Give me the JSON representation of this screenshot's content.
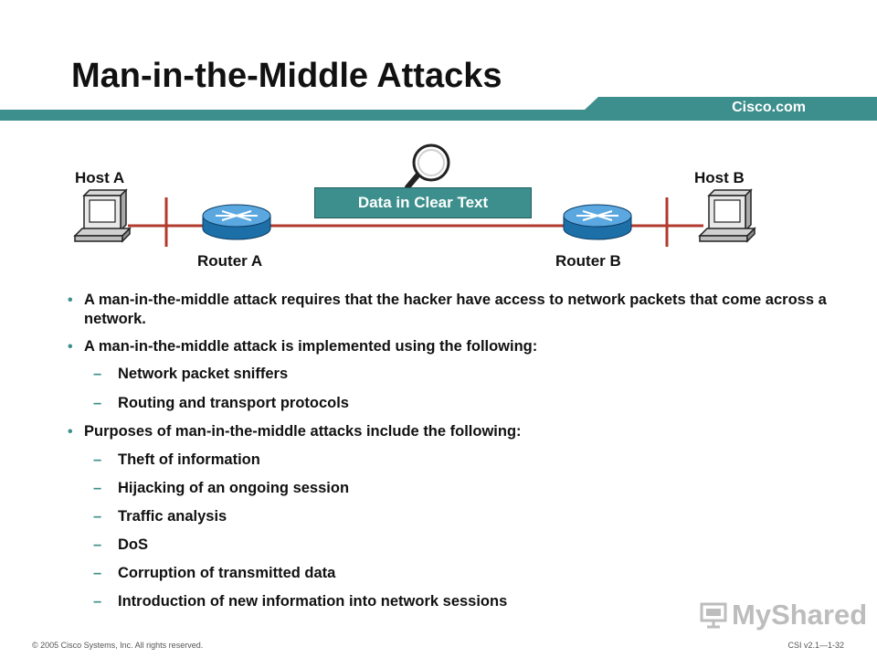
{
  "slide": {
    "title": "Man-in-the-Middle Attacks",
    "brand": "Cisco.com"
  },
  "diagram": {
    "host_a": "Host A",
    "host_b": "Host B",
    "router_a": "Router A",
    "router_b": "Router B",
    "clear_text": "Data in Clear Text"
  },
  "bullets": [
    {
      "level": 1,
      "text": "A man-in-the-middle attack requires that the hacker have access to network packets that come across a network."
    },
    {
      "level": 1,
      "text": "A man-in-the-middle attack is implemented using the following:"
    },
    {
      "level": 2,
      "text": "Network packet sniffers"
    },
    {
      "level": 2,
      "text": "Routing and transport protocols"
    },
    {
      "level": 1,
      "text": "Purposes of man-in-the-middle attacks include the following:"
    },
    {
      "level": 2,
      "text": "Theft of information"
    },
    {
      "level": 2,
      "text": "Hijacking of an ongoing session"
    },
    {
      "level": 2,
      "text": "Traffic analysis"
    },
    {
      "level": 2,
      "text": "DoS"
    },
    {
      "level": 2,
      "text": "Corruption of transmitted data"
    },
    {
      "level": 2,
      "text": "Introduction of new information into network sessions"
    }
  ],
  "footer": {
    "copyright": "© 2005 Cisco Systems, Inc. All rights reserved.",
    "course": "CSI v2.1—1-32"
  },
  "watermark": {
    "text": "MyShared"
  },
  "colors": {
    "teal": "#3c8f8c",
    "dark_teal": "#2d6e6b",
    "line_red": "#c0392b"
  }
}
